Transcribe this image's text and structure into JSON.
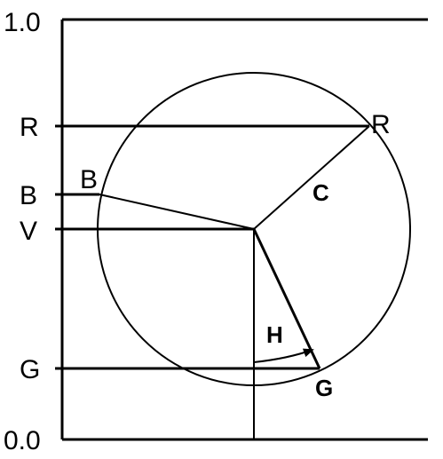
{
  "axis": {
    "top_label": "1.0",
    "bottom_label": "0.0",
    "left_labels": {
      "R": "R",
      "B": "B",
      "V": "V",
      "G": "G"
    }
  },
  "points": {
    "R": "R",
    "B": "B",
    "G": "G"
  },
  "segments": {
    "chroma": "C",
    "hue": "H"
  },
  "colors": {
    "stroke": "#000000",
    "background": "#ffffff"
  }
}
